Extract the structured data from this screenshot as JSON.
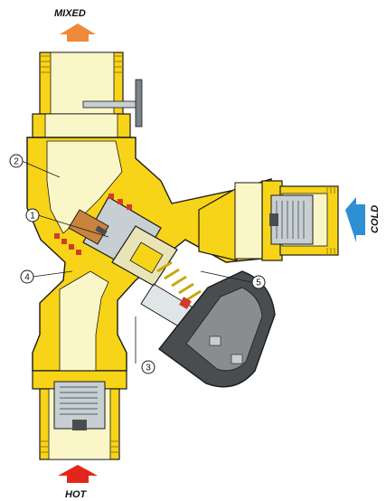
{
  "labels": {
    "mixed": "MIXED",
    "cold": "COLD",
    "hot": "HOT"
  },
  "callouts": [
    {
      "id": "1",
      "text": "1"
    },
    {
      "id": "2",
      "text": "2"
    },
    {
      "id": "3",
      "text": "3"
    },
    {
      "id": "4",
      "text": "4"
    },
    {
      "id": "5",
      "text": "5"
    }
  ],
  "colors": {
    "brass": "#f7d417",
    "brass_dark": "#c9a70c",
    "brass_shadow": "#9a7d08",
    "pipe_light": "#fbf6c8",
    "steel": "#c7cfd3",
    "steel_dark": "#7a8489",
    "cap": "#4a4d50",
    "cap_light": "#8a8d90",
    "copper": "#c8843e",
    "seal_red": "#d23a2a",
    "hot_arrow": "#e3261c",
    "mixed_arrow": "#f08a3a",
    "cold_arrow": "#2e8fd4",
    "outline": "#1a1a1a"
  }
}
